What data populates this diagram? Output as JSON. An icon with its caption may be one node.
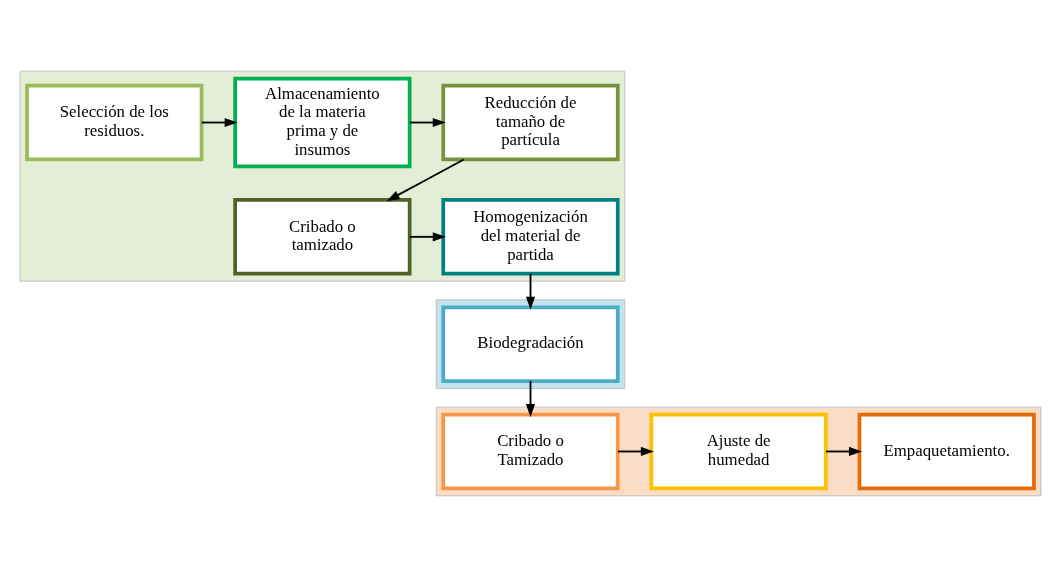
{
  "diagram": {
    "nodes": [
      {
        "text": [],
        "shape": "box"
      },
      {
        "text": [
          "Selección de los residuos."
        ],
        "in": 0
      },
      {
        "text": [
          "Almacenamiento de la materia prima y de insumos"
        ],
        "in": 0
      },
      {
        "text": [
          "Reducción de tamaño de partícula"
        ],
        "in": 0
      },
      {
        "text": [
          "Cribado o tamizado"
        ],
        "in": 0
      },
      {
        "text": [
          "Homogenización del material de partida"
        ],
        "in": 0
      },
      {
        "text": [],
        "shape": "box"
      },
      {
        "text": [
          "Biodegradación"
        ],
        "in": 6
      },
      {
        "text": [],
        "shape": "box"
      },
      {
        "text": [
          "Cribado o Tamizado"
        ],
        "in": 8
      },
      {
        "text": [
          "Ajuste de humedad"
        ],
        "in": 8
      },
      {
        "text": [
          "Empaquetamiento."
        ],
        "in": 8
      }
    ],
    "edges": [
      {
        "from": 1,
        "to": 2,
        "arrow": "to"
      },
      {
        "from": 2,
        "to": 3,
        "arrow": "to"
      },
      {
        "from": 3,
        "to": 4,
        "arrow": "to"
      },
      {
        "from": 4,
        "to": 5,
        "arrow": "to"
      },
      {
        "from": 5,
        "to": 7,
        "arrow": "to"
      },
      {
        "from": 7,
        "to": 9,
        "arrow": "to"
      },
      {
        "from": 9,
        "to": 10,
        "arrow": "to"
      },
      {
        "from": 10,
        "to": 11,
        "arrow": "to"
      }
    ]
  }
}
